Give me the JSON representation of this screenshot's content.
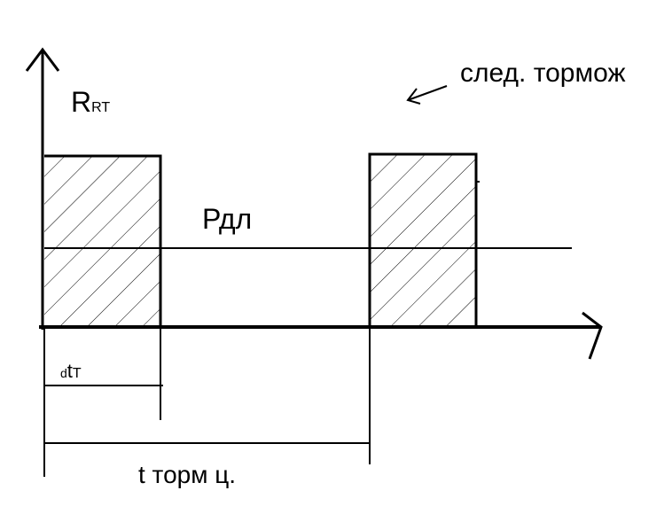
{
  "diagram": {
    "labels": {
      "y_axis_main": "R",
      "y_axis_sub": "RT",
      "power_line": "Рдл",
      "next_brake": "след. тормож",
      "dt_prefix": "d",
      "dt_main": "t",
      "dt_sub": "T",
      "cycle_time": "t торм ц."
    },
    "colors": {
      "stroke": "#000000",
      "background": "#ffffff"
    }
  }
}
